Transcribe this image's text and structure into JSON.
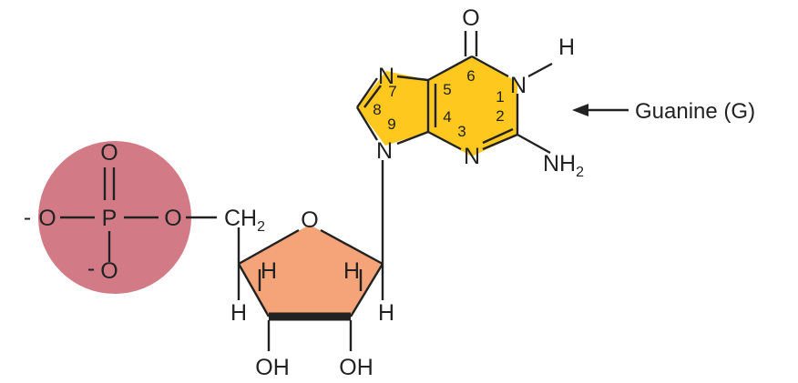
{
  "colors": {
    "phosphate": "#d27b87",
    "sugar": "#f4a478",
    "base": "#ffc81e",
    "ink": "#222222"
  },
  "label": {
    "text": "Guanine (G)"
  },
  "phosphate": {
    "top_o": "O",
    "left_o": "O",
    "left_charge": "-",
    "p": "P",
    "right_o": "O",
    "bottom_o": "O",
    "bottom_charge": "-"
  },
  "sugar": {
    "ch": "CH",
    "ch_sub": "2",
    "ring_o": "O",
    "h_inner_left": "H",
    "h_inner_right": "H",
    "h_outer_left": "H",
    "h_outer_right": "H",
    "oh_left": "OH",
    "oh_right": "OH"
  },
  "base": {
    "o_top": "O",
    "h_top": "H",
    "n1": "N",
    "n3": "N",
    "n7": "N",
    "n9": "N",
    "nh": "NH",
    "nh_sub": "2",
    "positions": [
      "1",
      "2",
      "3",
      "4",
      "5",
      "6",
      "7",
      "8",
      "9"
    ]
  }
}
